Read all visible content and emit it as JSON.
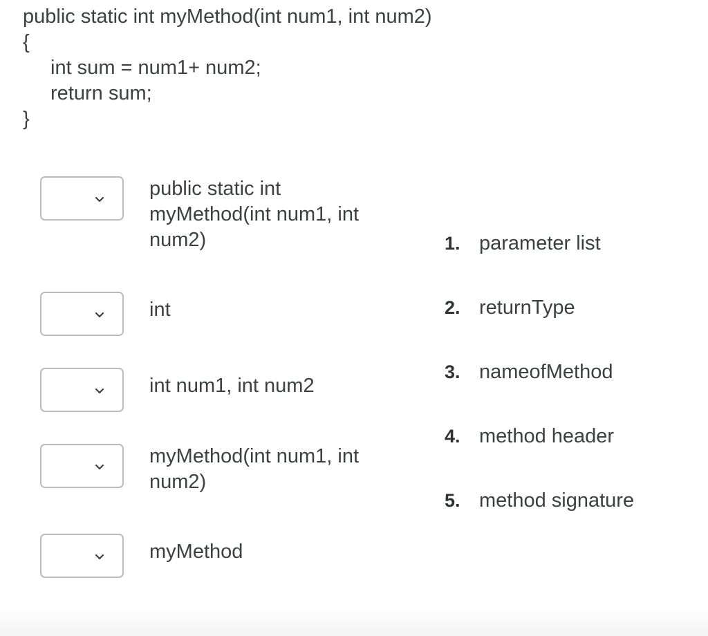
{
  "code": {
    "line1": "public static int myMethod(int num1, int num2)",
    "line2": "{",
    "line3": "int sum = num1+ num2;",
    "line4": "return sum;",
    "line5": "}"
  },
  "prompts": [
    {
      "line1": "public static int",
      "line2": "myMethod(int num1, int",
      "line3": "num2)",
      "selected": ""
    },
    {
      "line1": "int",
      "selected": ""
    },
    {
      "line1": "int num1, int num2",
      "selected": ""
    },
    {
      "line1": "myMethod(int num1, int",
      "line2": "num2)",
      "selected": ""
    },
    {
      "line1": "myMethod",
      "selected": ""
    }
  ],
  "answers": [
    {
      "number": "1.",
      "label": "parameter list"
    },
    {
      "number": "2.",
      "label": "returnType"
    },
    {
      "number": "3.",
      "label": "nameofMethod"
    },
    {
      "number": "4.",
      "label": "method header"
    },
    {
      "number": "5.",
      "label": "method signature"
    }
  ],
  "icons": {
    "dropdown": "chevron-down-icon"
  }
}
